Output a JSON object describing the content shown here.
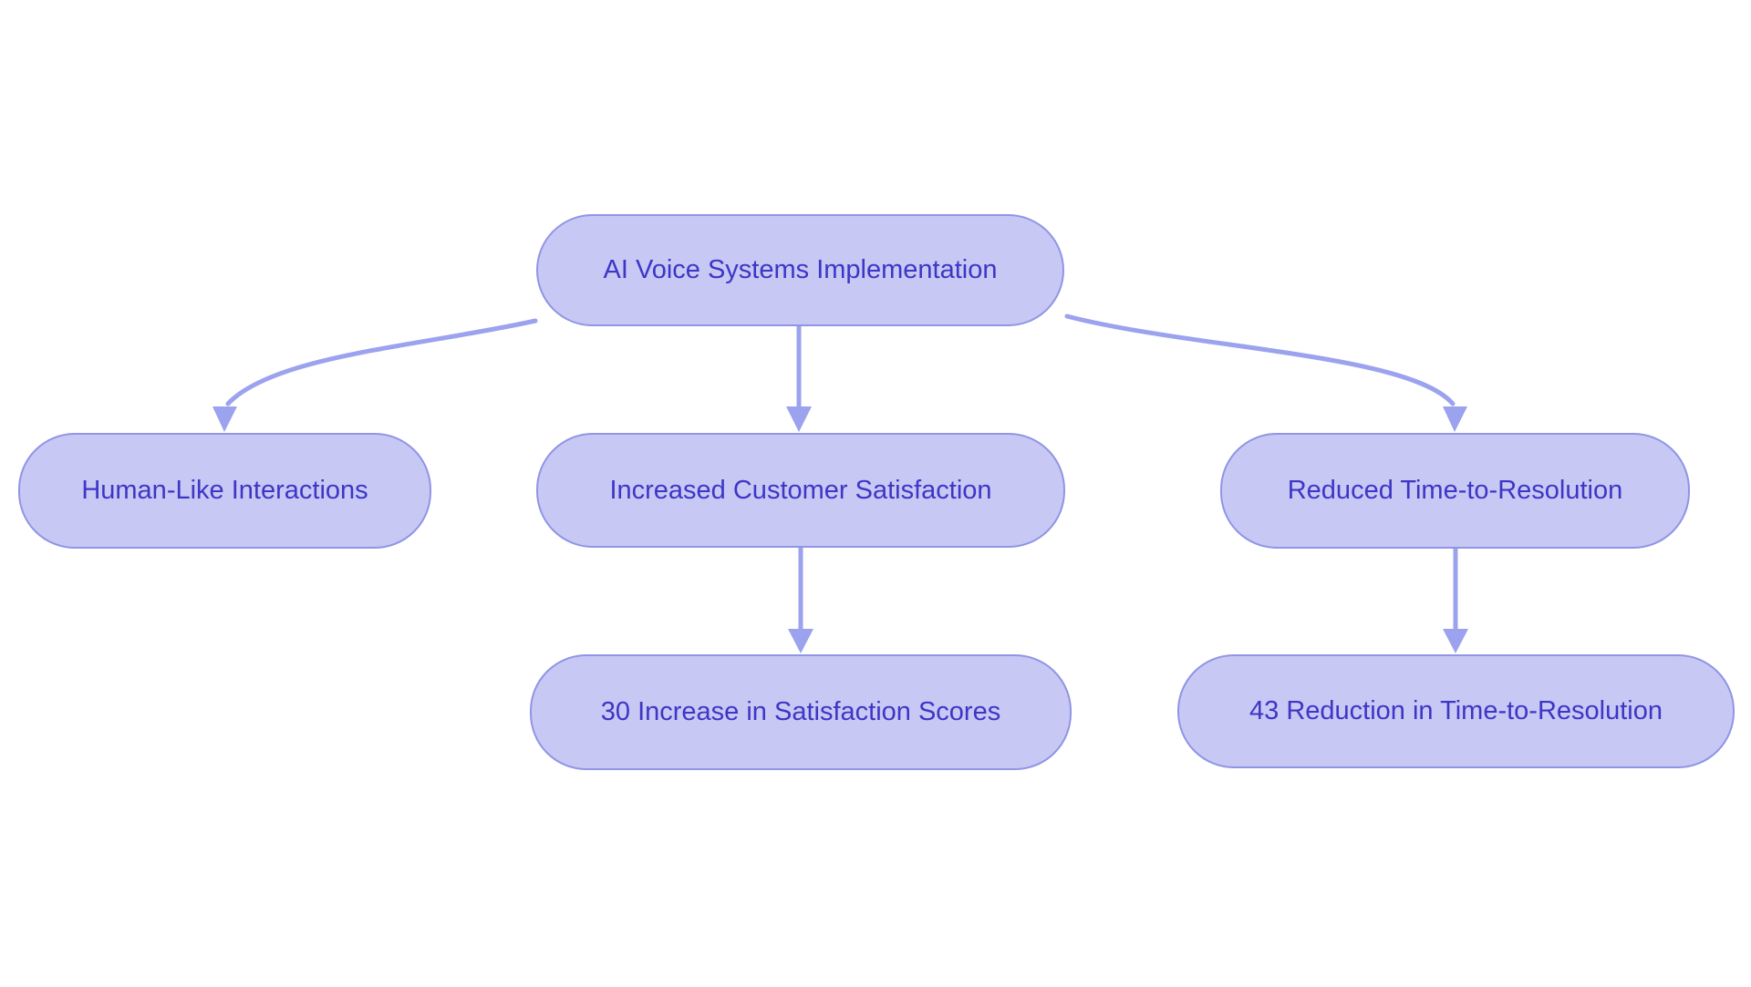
{
  "diagram": {
    "type": "flowchart",
    "nodes": [
      {
        "id": "root",
        "label": "AI Voice Systems Implementation"
      },
      {
        "id": "human",
        "label": "Human-Like Interactions"
      },
      {
        "id": "satisfaction",
        "label": "Increased Customer Satisfaction"
      },
      {
        "id": "resolution",
        "label": "Reduced Time-to-Resolution"
      },
      {
        "id": "satisfaction-score",
        "label": "30 Increase in Satisfaction Scores"
      },
      {
        "id": "resolution-score",
        "label": "43 Reduction in Time-to-Resolution"
      }
    ],
    "edges": [
      {
        "from": "root",
        "to": "human"
      },
      {
        "from": "root",
        "to": "satisfaction"
      },
      {
        "from": "root",
        "to": "resolution"
      },
      {
        "from": "satisfaction",
        "to": "satisfaction-score"
      },
      {
        "from": "resolution",
        "to": "resolution-score"
      }
    ]
  },
  "colors": {
    "background": "#ffffff",
    "node_fill": "#c7c8f4",
    "node_border": "#9095e4",
    "node_text": "#3d36c6",
    "edge": "#9ba2ee"
  }
}
